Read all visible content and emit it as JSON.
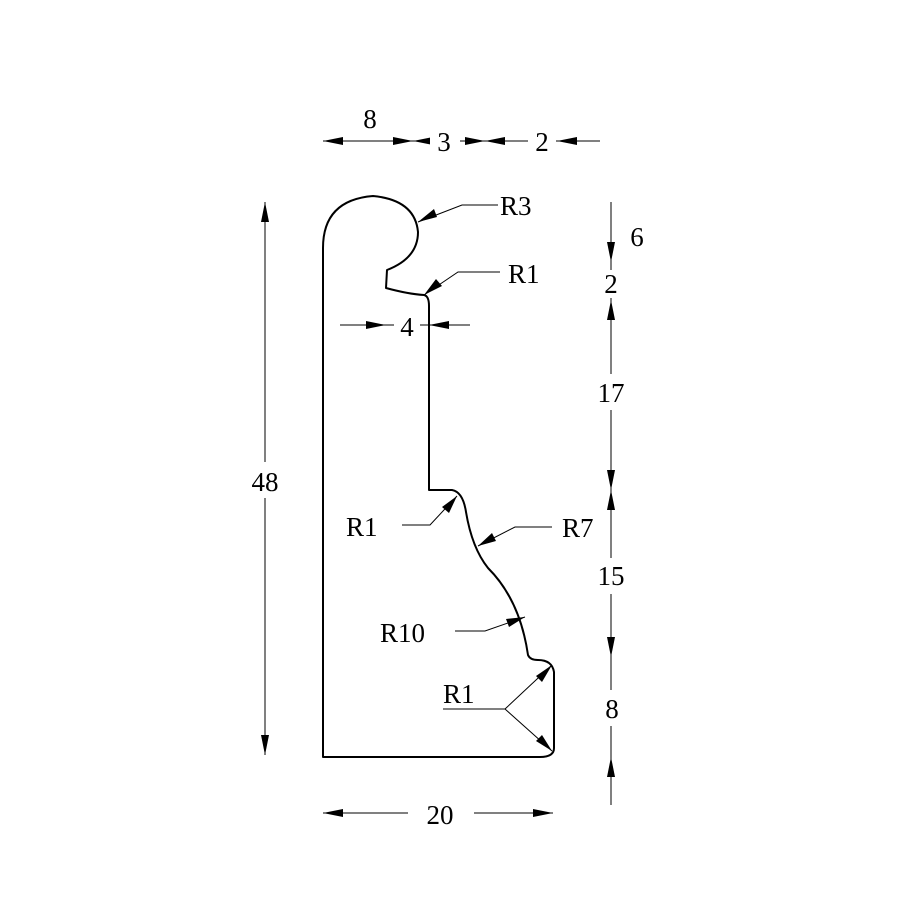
{
  "drawing": {
    "top": {
      "w1": "8",
      "w2": "3",
      "w3": "2"
    },
    "right": {
      "v1": "6",
      "v2": "2",
      "v3": "17",
      "v4": "15",
      "v5": "8"
    },
    "left": {
      "height": "48"
    },
    "bottom": {
      "width": "20"
    },
    "inner": {
      "lip_width": "4"
    },
    "radii": {
      "r_top": "R3",
      "r_lip": "R1",
      "r_step": "R1",
      "r_cove": "R7",
      "r_ogee": "R10",
      "r_toe": "R1"
    }
  }
}
